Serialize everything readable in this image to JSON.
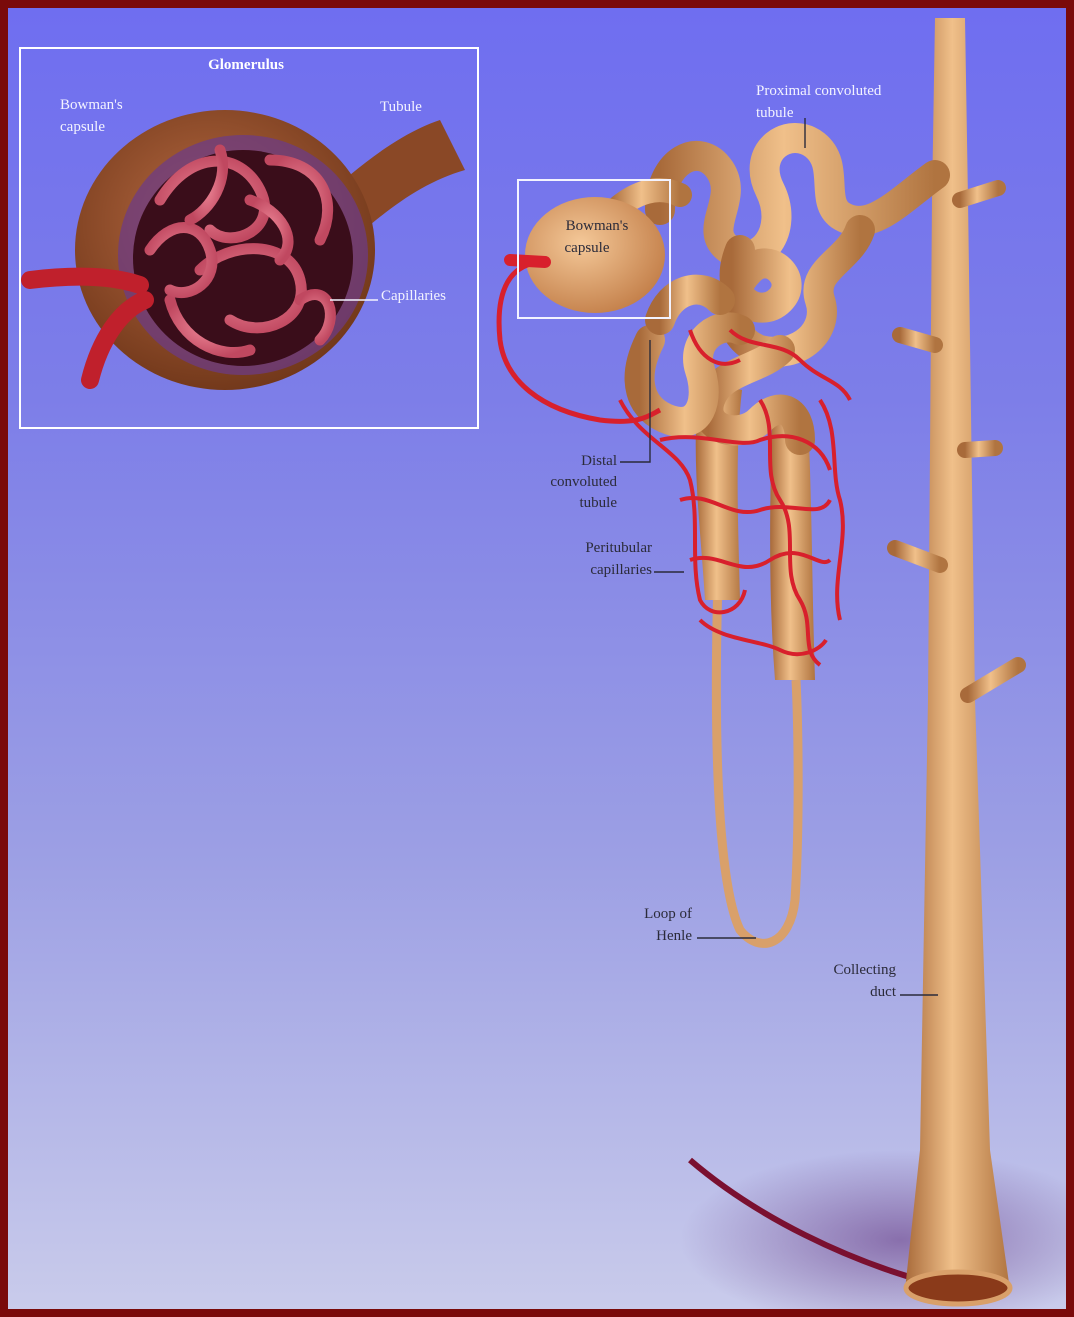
{
  "inset": {
    "title": "Glomerulus",
    "labels": {
      "bowmans_capsule_line1": "Bowman's",
      "bowmans_capsule_line2": "capsule",
      "tubule": "Tubule",
      "capillaries": "Capillaries"
    }
  },
  "nephron": {
    "labels": {
      "proximal_line1": "Proximal convoluted",
      "proximal_line2": "tubule",
      "bowmans_line1": "Bowman's",
      "bowmans_line2": "capsule",
      "distal_line1": "Distal",
      "distal_line2": "convoluted",
      "distal_line3": "tubule",
      "peritubular_line1": "Peritubular",
      "peritubular_line2": "capillaries",
      "loop_line1": "Loop of",
      "loop_line2": "Henle",
      "collecting_line1": "Collecting",
      "collecting_line2": "duct"
    }
  },
  "colors": {
    "frame": "#7a0a0a",
    "background_top": "#6f6ef0",
    "background_bottom": "#c9cbeb",
    "tubule": "#d9a06a",
    "tubule_shadow": "#a8703e",
    "vessel": "#d8202c",
    "capsule": "#8a4a2a"
  }
}
